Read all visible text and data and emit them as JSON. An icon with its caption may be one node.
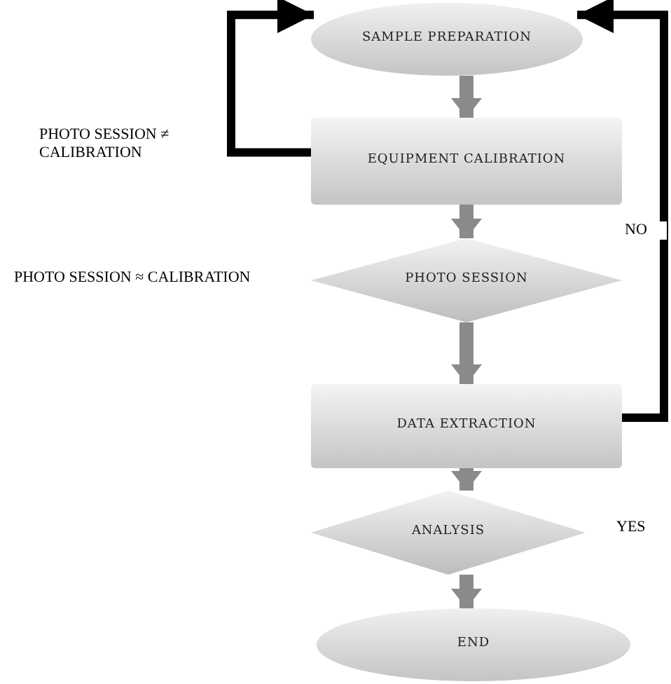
{
  "diagram": {
    "nodes": [
      {
        "text": [
          "SAMPLE PREPARATION"
        ]
      },
      {
        "text": [
          "EQUIPMENT CALIBRATION"
        ]
      },
      {
        "text": [
          "PHOTO SESSION"
        ],
        "beside": [
          "PHOTO SESSION ≈ CALIBRATION"
        ]
      },
      {
        "text": [
          "DATA EXTRACTION"
        ]
      },
      {
        "text": [
          "ANALYSIS"
        ],
        "beside": [
          "YES"
        ]
      },
      {
        "text": [
          "END"
        ]
      }
    ],
    "edges": [
      {
        "from": 0,
        "to": 1,
        "arrow": "to"
      },
      {
        "from": 1,
        "to": 2,
        "arrow": "to"
      },
      {
        "from": 2,
        "to": 3,
        "arrow": "to"
      },
      {
        "from": 3,
        "to": 4,
        "arrow": "to"
      },
      {
        "from": 4,
        "to": 5,
        "arrow": "to"
      },
      {
        "from": 1,
        "to": 0,
        "arrow": "to",
        "label": "PHOTO SESSION ≠ CALIBRATION",
        "color": "#000000"
      },
      {
        "from": 3,
        "to": 0,
        "arrow": "to",
        "label": "NO",
        "color": "#000000"
      }
    ]
  }
}
